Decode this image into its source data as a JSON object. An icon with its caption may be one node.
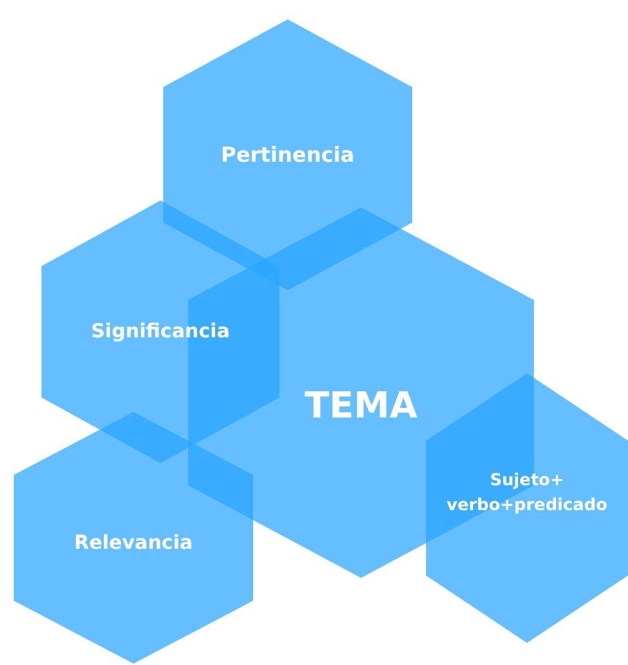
{
  "diagram": {
    "nodes": [
      {
        "text": [
          "Pertinencia"
        ]
      },
      {
        "text": [
          "Significancia"
        ]
      },
      {
        "text": [
          "TEMA"
        ]
      },
      {
        "text": [
          "Relevancia"
        ]
      },
      {
        "text": [
          "Sujeto+ verbo+predicado"
        ]
      }
    ],
    "edges": []
  }
}
